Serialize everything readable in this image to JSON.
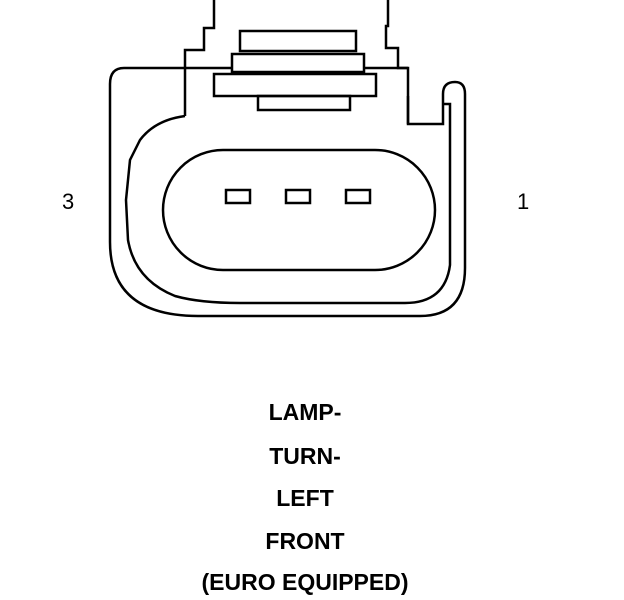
{
  "pin_labels": {
    "left": "3",
    "right": "1"
  },
  "caption": {
    "lines": [
      "LAMP-",
      "TURN-",
      "LEFT",
      "FRONT",
      "(EURO EQUIPPED)"
    ]
  },
  "colors": {
    "stroke": "#000000",
    "background": "#ffffff"
  }
}
